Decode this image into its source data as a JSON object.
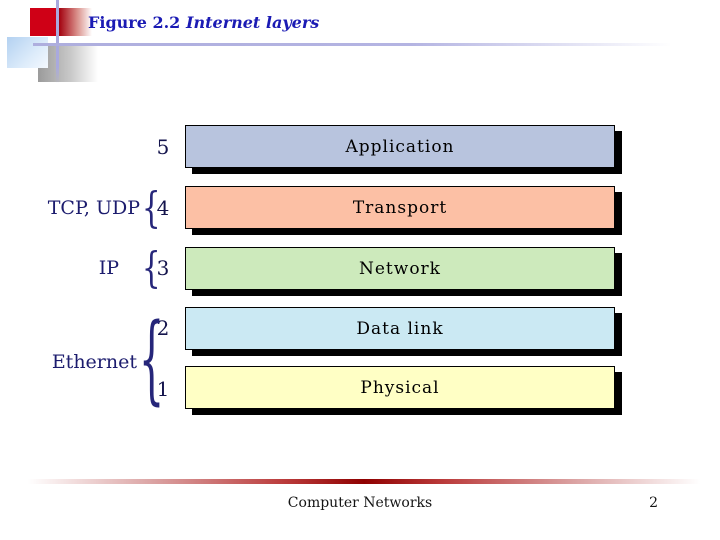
{
  "slide": {
    "figure_label": "Figure 2.2",
    "figure_title": "Internet layers",
    "title_color": "#1b1bb4"
  },
  "diagram": {
    "brace_glyph": "{",
    "layers": [
      {
        "number": "5",
        "name": "Application",
        "color": "#b8c4de"
      },
      {
        "number": "4",
        "name": "Transport",
        "color": "#fcc0a5"
      },
      {
        "number": "3",
        "name": "Network",
        "color": "#cdeabc"
      },
      {
        "number": "2",
        "name": "Data link",
        "color": "#cbe9f3"
      },
      {
        "number": "1",
        "name": "Physical",
        "color": "#ffffc5"
      }
    ],
    "protocol_labels": [
      {
        "text": "TCP, UDP",
        "applies_to_layers": "4"
      },
      {
        "text": "IP",
        "applies_to_layers": "3"
      },
      {
        "text": "Ethernet",
        "applies_to_layers": "2-1"
      }
    ]
  },
  "footer": {
    "course_title": "Computer Networks",
    "page_number": "2"
  }
}
